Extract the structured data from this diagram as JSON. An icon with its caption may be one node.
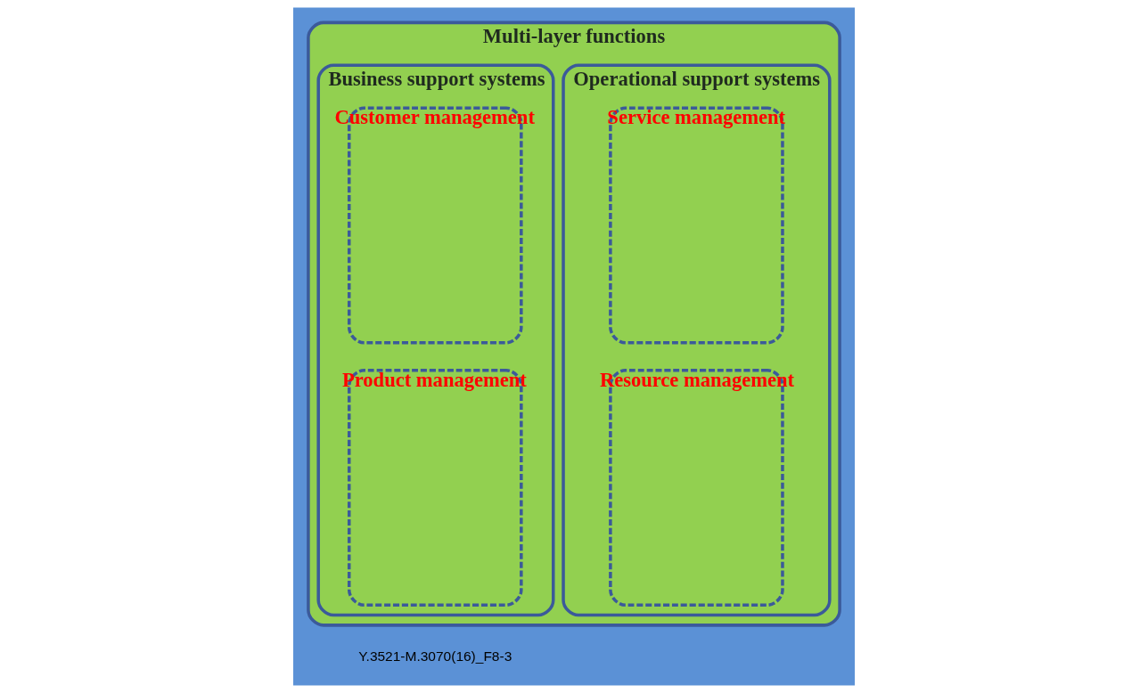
{
  "diagram": {
    "nodes": [
      {
        "text": [
          "Multi-layer functions"
        ]
      },
      {
        "text": [
          "Operational support systems"
        ],
        "in": 0
      },
      {
        "text": [
          "Service management"
        ],
        "in": 1
      },
      {
        "text": [
          "Resource management"
        ],
        "in": 1
      },
      {
        "text": [
          "Business support systems"
        ],
        "in": 0
      },
      {
        "text": [
          "Customer management"
        ],
        "in": 4
      },
      {
        "text": [
          "Product management"
        ],
        "in": 4
      }
    ],
    "edges": [],
    "labels": [
      "Y.3521-M.3070(16)_F8-3"
    ]
  }
}
